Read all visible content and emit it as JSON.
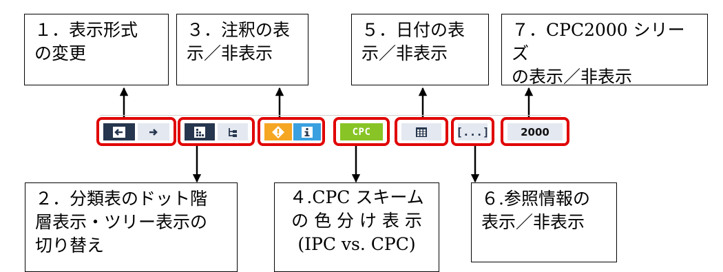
{
  "callouts": {
    "c1": "１．表示形式\nの変更",
    "c2": "２．分類表のドット階\n層表示・ツリー表示の\n切り替え",
    "c3": "３．注釈の表\n示／非表示",
    "c4": "４.CPC スキーム\nの 色 分 け 表 示\n(IPC vs. CPC)",
    "c5": "５．日付の表\n示／非表示",
    "c6": "６.参照情報の\n表示／非表示",
    "c7": "７．CPC2000 シリーズ\nの表示／非表示"
  },
  "toolbar": {
    "cpc_label": "CPC",
    "reference_label": "[...]",
    "cpc2000_label": "2000"
  },
  "colors": {
    "highlight": "#e00000",
    "dark_button": "#26364e",
    "light_button": "#e4e8f0",
    "warning_orange": "#f5a623",
    "info_blue": "#3aa0e0",
    "cpc_green": "#88c425"
  },
  "icons": [
    "arrow-left-icon",
    "arrow-right-icon",
    "dot-hierarchy-icon",
    "tree-icon",
    "warning-icon",
    "info-icon",
    "calendar-grid-icon"
  ]
}
